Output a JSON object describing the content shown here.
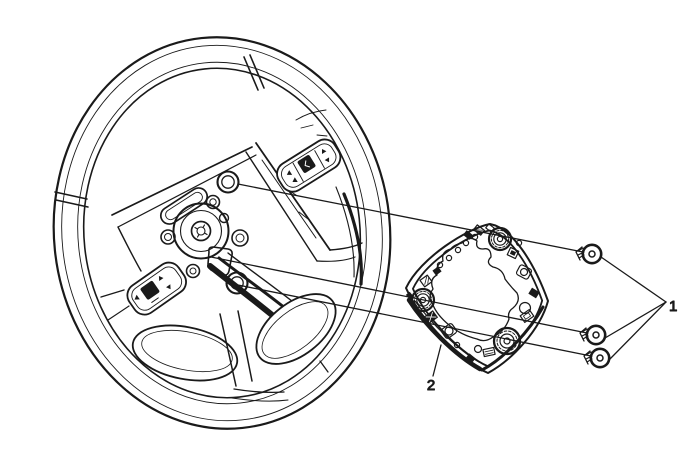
{
  "illustration_name": "steering-wheel-inflator-module-exploded-view",
  "colors": {
    "line": "#1a1a1a",
    "background": "#ffffff"
  },
  "callouts": {
    "one": "1",
    "two": "2"
  }
}
